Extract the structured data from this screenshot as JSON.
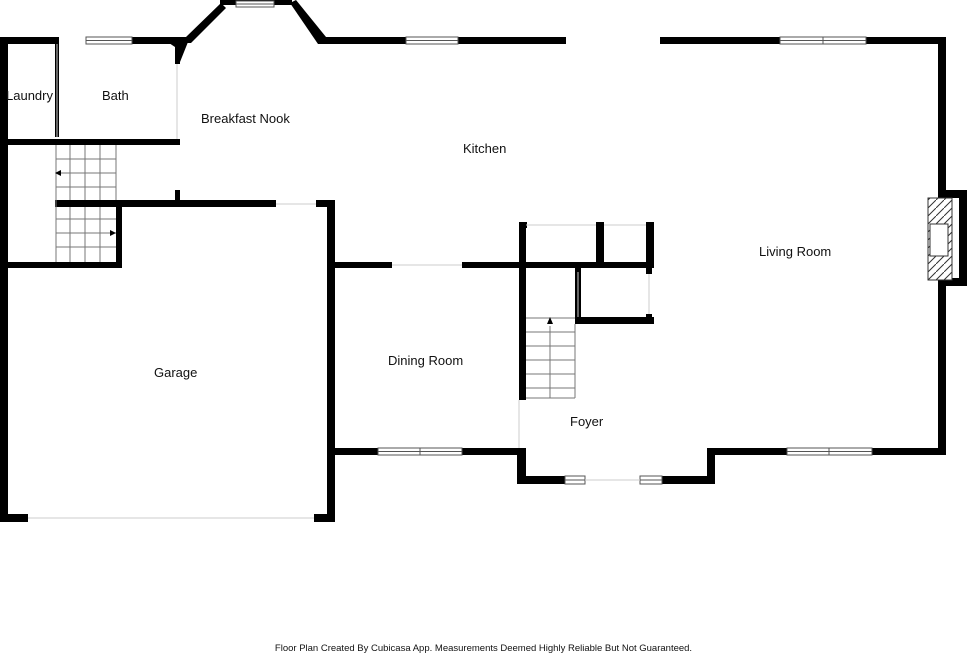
{
  "rooms": {
    "laundry": "Laundry",
    "bath": "Bath",
    "breakfast_nook": "Breakfast Nook",
    "kitchen": "Kitchen",
    "living_room": "Living Room",
    "garage": "Garage",
    "dining_room": "Dining Room",
    "foyer": "Foyer"
  },
  "footer": {
    "note": "Floor Plan Created By Cubicasa App. Measurements Deemed Highly Reliable But Not Guaranteed."
  },
  "colors": {
    "wall": "#000000",
    "window_frame": "#555555",
    "background": "#ffffff"
  }
}
